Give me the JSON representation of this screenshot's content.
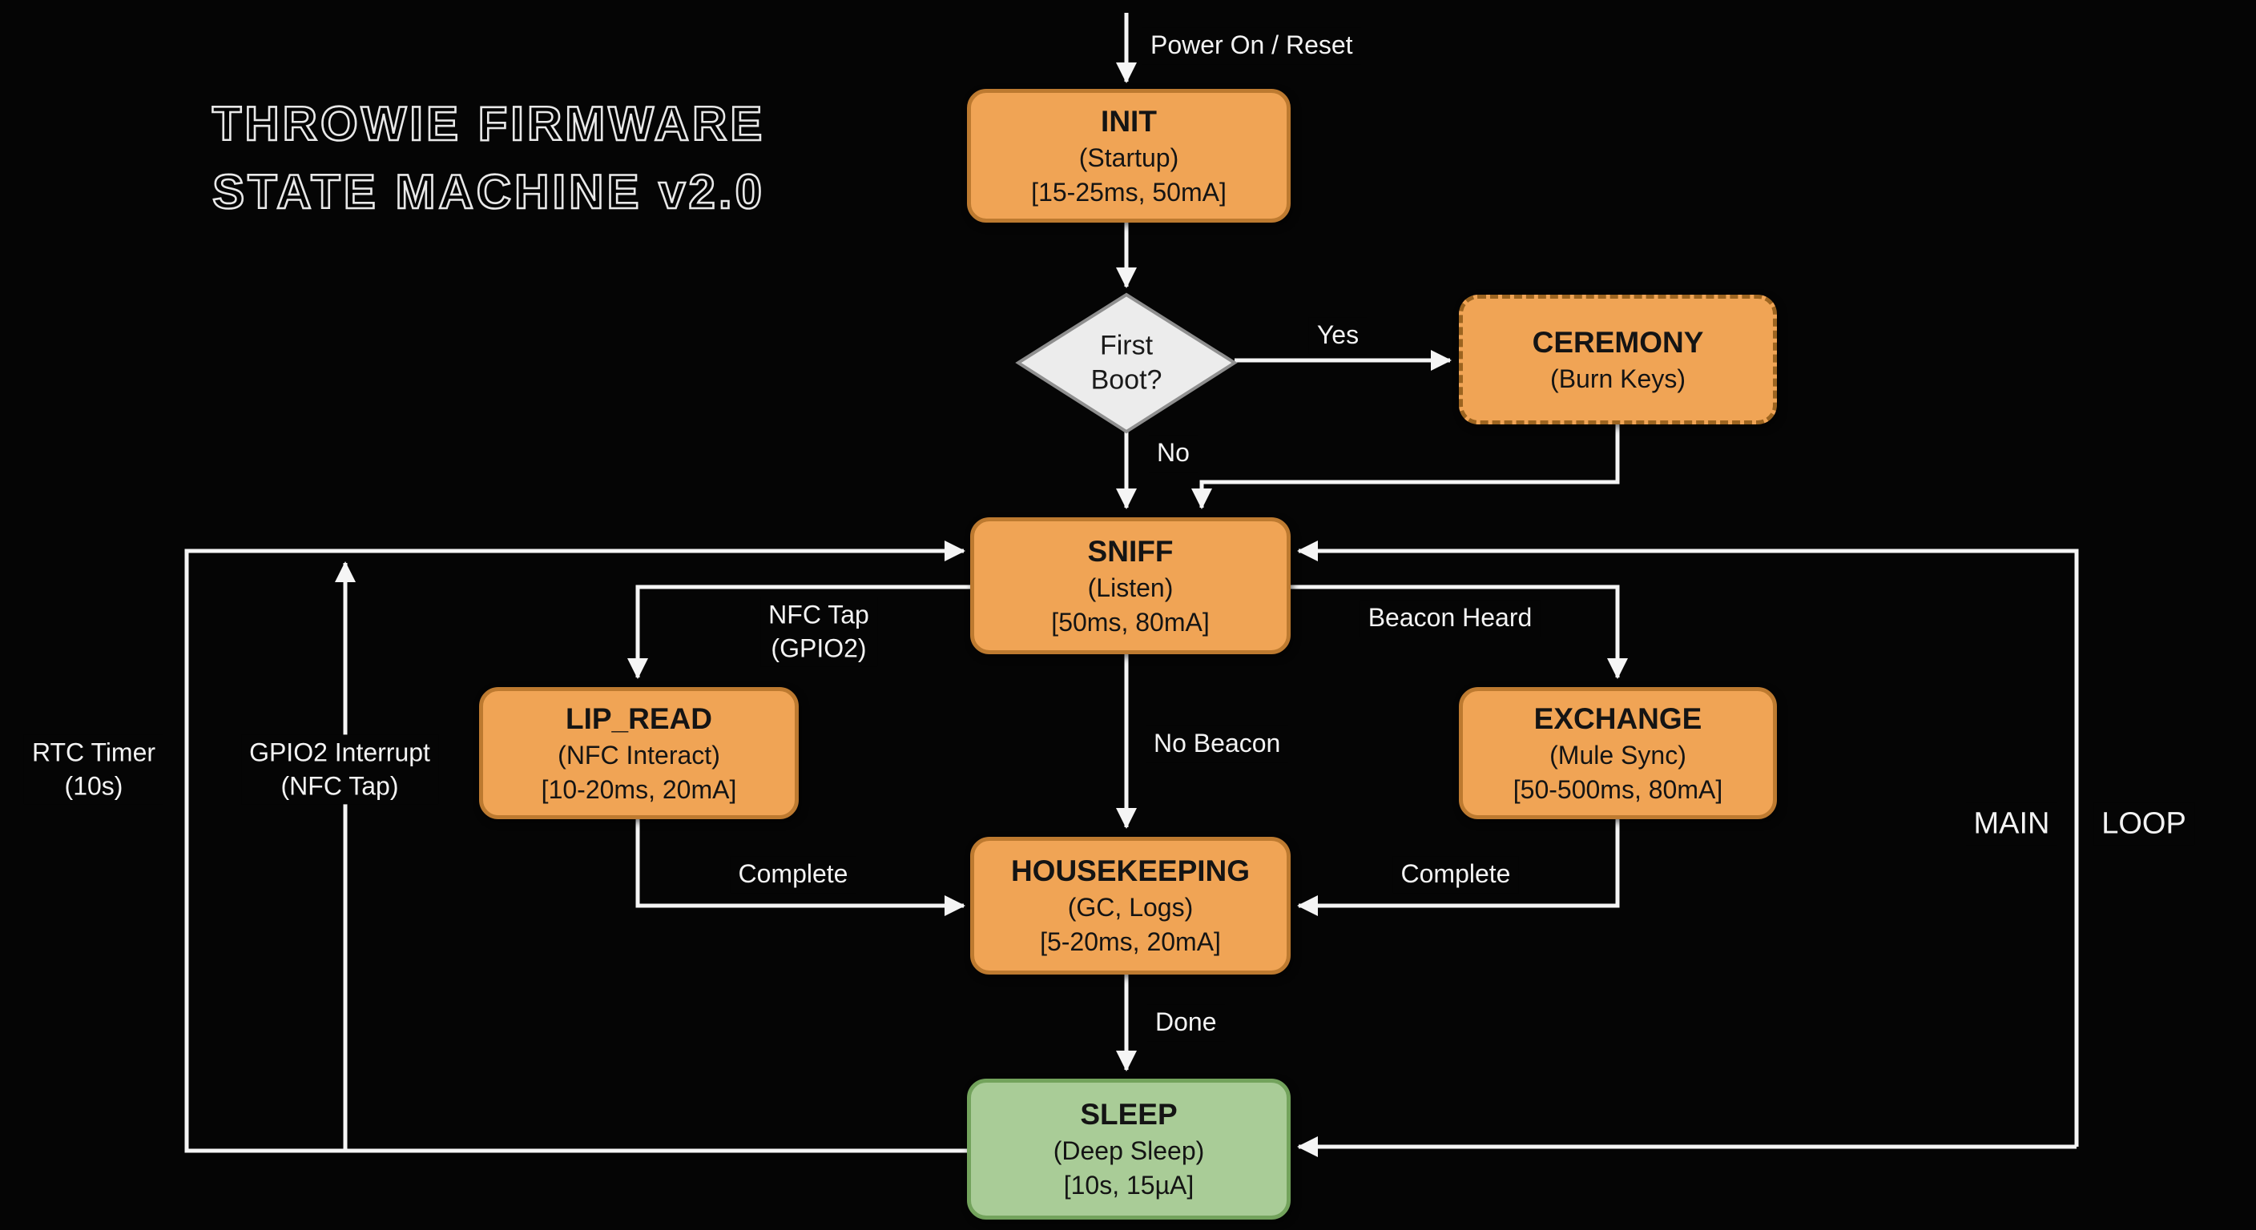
{
  "title": {
    "line1": "THROWIE FIRMWARE",
    "line2": "STATE MACHINE v2.0"
  },
  "nodes": {
    "init": {
      "name": "INIT",
      "sub": "(Startup)",
      "stats": "[15-25ms, 50mA]"
    },
    "first_boot": {
      "line1": "First",
      "line2": "Boot?"
    },
    "ceremony": {
      "name": "CEREMONY",
      "sub": "(Burn Keys)"
    },
    "sniff": {
      "name": "SNIFF",
      "sub": "(Listen)",
      "stats": "[50ms, 80mA]"
    },
    "lip_read": {
      "name": "LIP_READ",
      "sub": "(NFC Interact)",
      "stats": "[10-20ms, 20mA]"
    },
    "exchange": {
      "name": "EXCHANGE",
      "sub": "(Mule Sync)",
      "stats": "[50-500ms, 80mA]"
    },
    "housekeeping": {
      "name": "HOUSEKEEPING",
      "sub": "(GC, Logs)",
      "stats": "[5-20ms, 20mA]"
    },
    "sleep": {
      "name": "SLEEP",
      "sub": "(Deep Sleep)",
      "stats": "[10s, 15µA]"
    }
  },
  "edge_labels": {
    "power_on": "Power On / Reset",
    "yes": "Yes",
    "no": "No",
    "nfc_tap_1": "NFC Tap",
    "nfc_tap_2": "(GPIO2)",
    "beacon_heard": "Beacon Heard",
    "no_beacon": "No Beacon",
    "complete_left": "Complete",
    "complete_right": "Complete",
    "done": "Done",
    "rtc_timer_1": "RTC Timer",
    "rtc_timer_2": "(10s)",
    "gpio2_1": "GPIO2 Interrupt",
    "gpio2_2": "(NFC Tap)",
    "main": "MAIN",
    "loop": "LOOP"
  },
  "colors": {
    "background": "#050505",
    "state_fill": "#f0a455",
    "state_border": "#bd7a30",
    "sleep_fill": "#a9cc97",
    "sleep_border": "#73a35c",
    "decision_fill": "#ececec",
    "line": "#f5f5f5"
  }
}
